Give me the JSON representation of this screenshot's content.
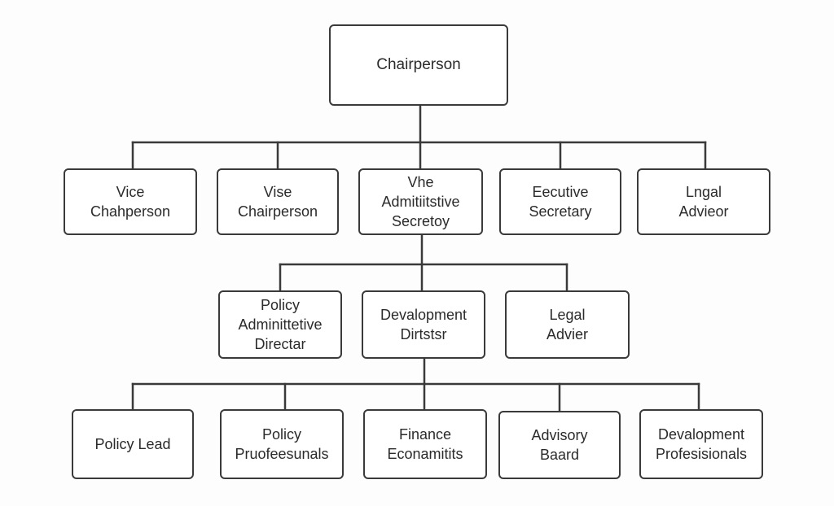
{
  "colors": {
    "line": "#3a3a3a",
    "text": "#2b2b2b",
    "box_fill": "#ffffff",
    "background": "#fdfdfd"
  },
  "nodes": {
    "chairperson": [
      "Chairperson"
    ],
    "vice_chairperson_1": [
      "Vice",
      "Chahperson"
    ],
    "vice_chairperson_2": [
      "Vise",
      "Chairperson"
    ],
    "vice_admin_secretary": [
      "Vhe",
      "Admitiitstive",
      "Secretoy"
    ],
    "executive_secretary": [
      "Eecutive",
      "Secretary"
    ],
    "legal_advisor_1": [
      "Lngal",
      "Advieor"
    ],
    "policy_admin_director": [
      "Policy",
      "Adminittetive",
      "Directar"
    ],
    "development_director": [
      "Devalopment",
      "Dirtstsr"
    ],
    "legal_advisor_2": [
      "Legal",
      "Advier"
    ],
    "policy_lead": [
      "Policy Lead"
    ],
    "policy_professionals": [
      "Policy",
      "Pruofeesunals"
    ],
    "finance_economists": [
      "Finance",
      "Econamitits"
    ],
    "advisory_board": [
      "Advisory",
      "Baard"
    ],
    "development_professionals": [
      "Devalopment",
      "Profesisionals"
    ]
  }
}
